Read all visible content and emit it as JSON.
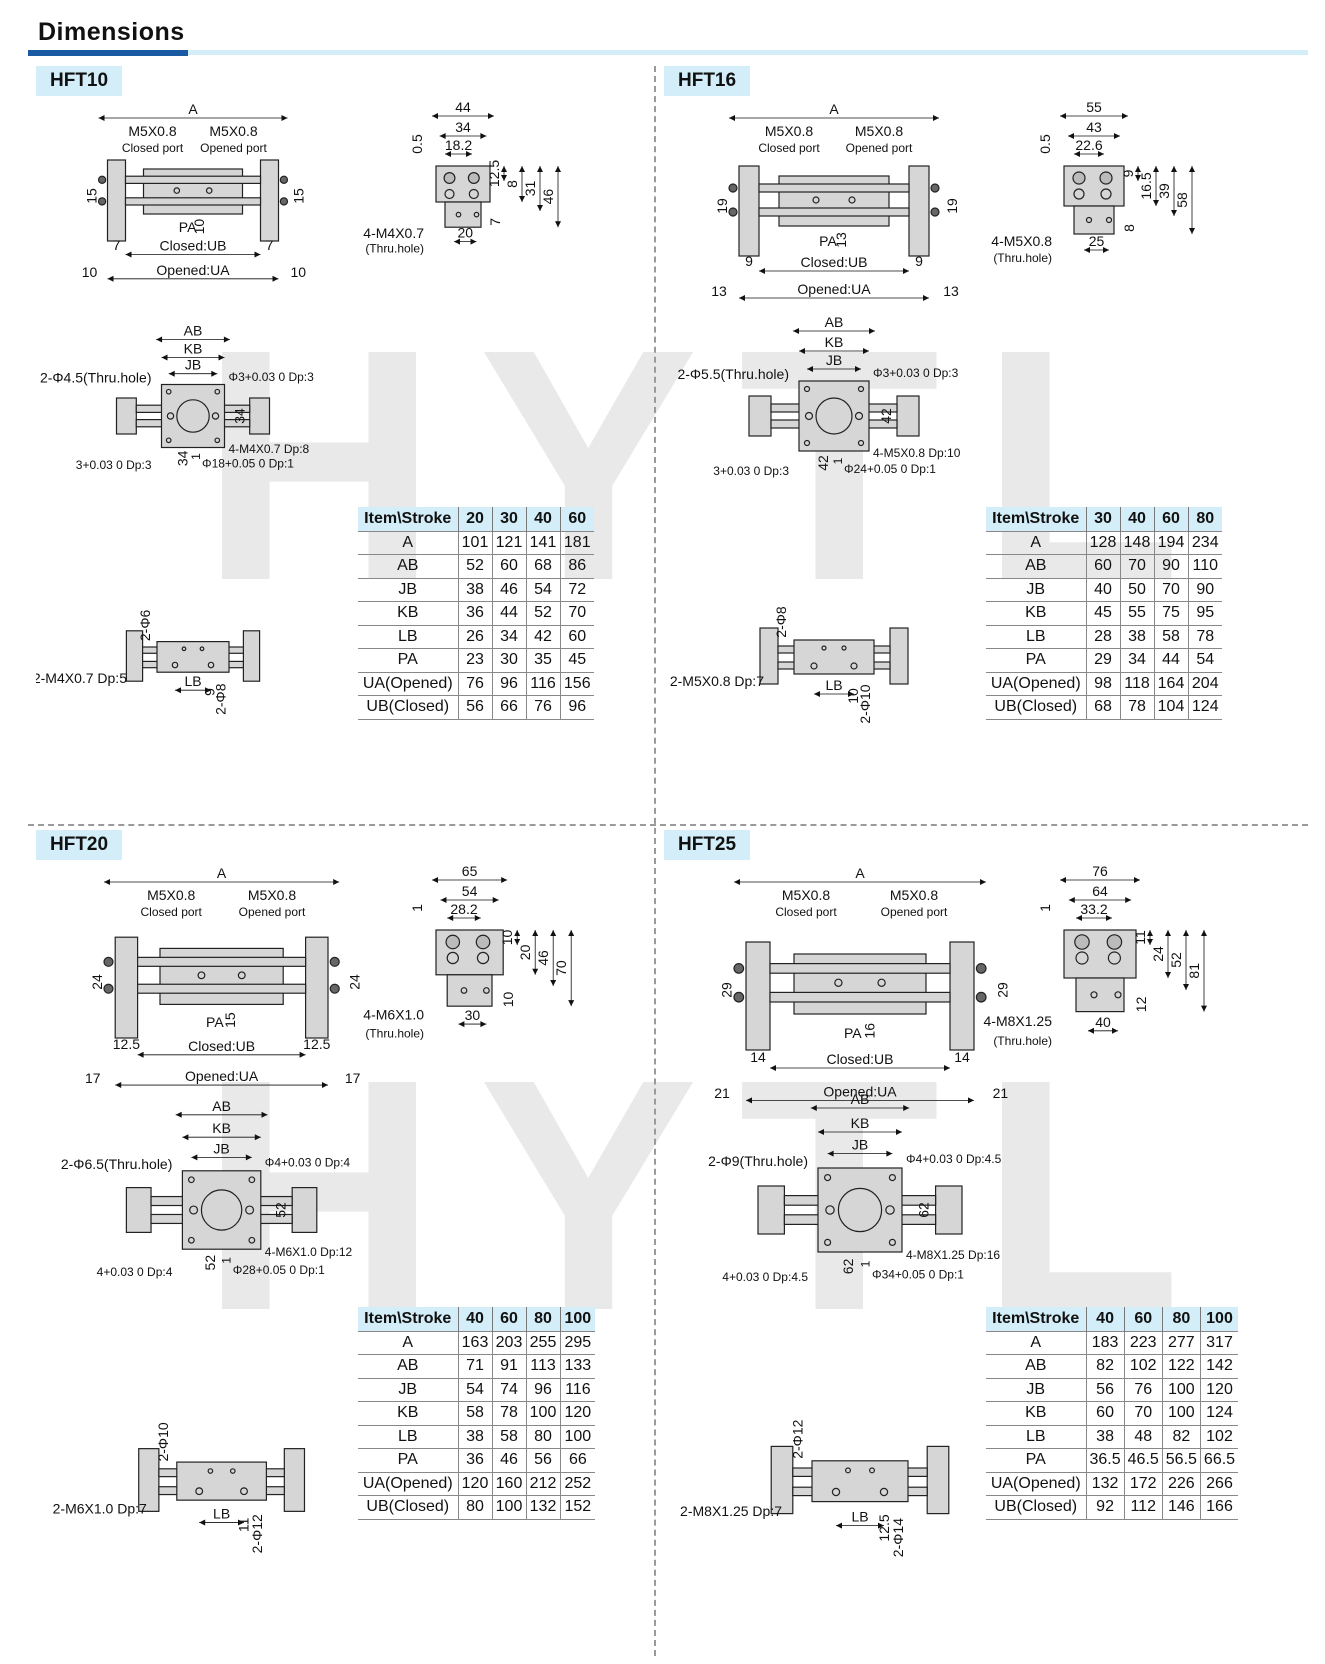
{
  "title": "Dimensions",
  "watermark": "HYTL",
  "colors": {
    "accent": "#1a5aa3",
    "tab_bg": "#d3eef8",
    "part_fill": "#d6d6d6"
  },
  "sections": [
    {
      "model": "HFT10",
      "labels": {
        "A": "A",
        "port1": "M5X0.8",
        "port1_name": "Closed port",
        "port2": "M5X0.8",
        "port2_name": "Opened port",
        "pa": "PA",
        "closed": "Closed:UB",
        "opened": "Opened:UA",
        "ab": "AB",
        "jb": "JB",
        "kb": "KB",
        "lb": "LB",
        "thru_hole": "2-Φ4.5(Thru.hole)",
        "pin": "Φ3+0.03 0 Dp:3",
        "pin2": "3+0.03 0 Dp:3",
        "tap": "4-M4X0.7 Dp:8",
        "center": "Φ18+0.05 0 Dp:1",
        "side_thru": "4-M4X0.7",
        "side_thru_note": "(Thru.hole)",
        "bottom_tap": "2-M4X0.7 Dp:5",
        "pin_top": "2-Φ6",
        "pin_bottom": "2-Φ8",
        "v_h": "15",
        "v_stroke": "10",
        "v_edge": "7",
        "v_end": "10",
        "d1": "44",
        "d2": "34",
        "d3": "18.2",
        "d4": "0.5",
        "d5": "12.5",
        "d6": "8",
        "d7": "31",
        "d8": "46",
        "d9": "7",
        "d10": "20",
        "d11": "34",
        "d12": "1",
        "d13": "9"
      },
      "table": {
        "header": [
          "Item\\Stroke",
          "20",
          "30",
          "40",
          "60"
        ],
        "rows": [
          [
            "A",
            "101",
            "121",
            "141",
            "181"
          ],
          [
            "AB",
            "52",
            "60",
            "68",
            "86"
          ],
          [
            "JB",
            "38",
            "46",
            "54",
            "72"
          ],
          [
            "KB",
            "36",
            "44",
            "52",
            "70"
          ],
          [
            "LB",
            "26",
            "34",
            "42",
            "60"
          ],
          [
            "PA",
            "23",
            "30",
            "35",
            "45"
          ],
          [
            "UA(Opened)",
            "76",
            "96",
            "116",
            "156"
          ],
          [
            "UB(Closed)",
            "56",
            "66",
            "76",
            "96"
          ]
        ]
      }
    },
    {
      "model": "HFT16",
      "labels": {
        "A": "A",
        "port1": "M5X0.8",
        "port1_name": "Closed port",
        "port2": "M5X0.8",
        "port2_name": "Opened port",
        "pa": "PA",
        "closed": "Closed:UB",
        "opened": "Opened:UA",
        "ab": "AB",
        "jb": "JB",
        "kb": "KB",
        "lb": "LB",
        "thru_hole": "2-Φ5.5(Thru.hole)",
        "pin": "Φ3+0.03 0 Dp:3",
        "pin2": "3+0.03 0 Dp:3",
        "tap": "4-M5X0.8 Dp:10",
        "center": "Φ24+0.05 0 Dp:1",
        "side_thru": "4-M5X0.8",
        "side_thru_note": "(Thru.hole)",
        "bottom_tap": "2-M5X0.8 Dp:7",
        "pin_top": "2-Φ8",
        "pin_bottom": "2-Φ10",
        "v_h": "19",
        "v_stroke": "13",
        "v_edge": "9",
        "v_end": "13",
        "d1": "55",
        "d2": "43",
        "d3": "22.6",
        "d4": "0.5",
        "d5": "9",
        "d6": "16.5",
        "d7": "39",
        "d8": "58",
        "d9": "8",
        "d10": "25",
        "d10b": "25",
        "d11": "42",
        "d12": "1",
        "d13": "10"
      },
      "table": {
        "header": [
          "Item\\Stroke",
          "30",
          "40",
          "60",
          "80"
        ],
        "rows": [
          [
            "A",
            "128",
            "148",
            "194",
            "234"
          ],
          [
            "AB",
            "60",
            "70",
            "90",
            "110"
          ],
          [
            "JB",
            "40",
            "50",
            "70",
            "90"
          ],
          [
            "KB",
            "45",
            "55",
            "75",
            "95"
          ],
          [
            "LB",
            "28",
            "38",
            "58",
            "78"
          ],
          [
            "PA",
            "29",
            "34",
            "44",
            "54"
          ],
          [
            "UA(Opened)",
            "98",
            "118",
            "164",
            "204"
          ],
          [
            "UB(Closed)",
            "68",
            "78",
            "104",
            "124"
          ]
        ]
      }
    },
    {
      "model": "HFT20",
      "labels": {
        "A": "A",
        "port1": "M5X0.8",
        "port1_name": "Closed port",
        "port2": "M5X0.8",
        "port2_name": "Opened port",
        "pa": "PA",
        "closed": "Closed:UB",
        "opened": "Opened:UA",
        "ab": "AB",
        "jb": "JB",
        "kb": "KB",
        "lb": "LB",
        "thru_hole": "2-Φ6.5(Thru.hole)",
        "pin": "Φ4+0.03 0 Dp:4",
        "pin2": "4+0.03 0 Dp:4",
        "tap": "4-M6X1.0 Dp:12",
        "center": "Φ28+0.05 0 Dp:1",
        "side_thru": "4-M6X1.0",
        "side_thru_note": "(Thru.hole)",
        "bottom_tap": "2-M6X1.0 Dp:7",
        "pin_top": "2-Φ10",
        "pin_bottom": "2-Φ12",
        "v_h": "24",
        "v_stroke": "15",
        "v_edge": "12.5",
        "v_end": "17",
        "d1": "65",
        "d2": "54",
        "d3": "28.2",
        "d4": "1",
        "d5": "10",
        "d6": "20",
        "d7": "46",
        "d8": "70",
        "d9": "10",
        "d10": "30",
        "d11": "52",
        "d12": "1",
        "d13": "11"
      },
      "table": {
        "header": [
          "Item\\Stroke",
          "40",
          "60",
          "80",
          "100"
        ],
        "rows": [
          [
            "A",
            "163",
            "203",
            "255",
            "295"
          ],
          [
            "AB",
            "71",
            "91",
            "113",
            "133"
          ],
          [
            "JB",
            "54",
            "74",
            "96",
            "116"
          ],
          [
            "KB",
            "58",
            "78",
            "100",
            "120"
          ],
          [
            "LB",
            "38",
            "58",
            "80",
            "100"
          ],
          [
            "PA",
            "36",
            "46",
            "56",
            "66"
          ],
          [
            "UA(Opened)",
            "120",
            "160",
            "212",
            "252"
          ],
          [
            "UB(Closed)",
            "80",
            "100",
            "132",
            "152"
          ]
        ]
      }
    },
    {
      "model": "HFT25",
      "labels": {
        "A": "A",
        "port1": "M5X0.8",
        "port1_name": "Closed port",
        "port2": "M5X0.8",
        "port2_name": "Opened port",
        "pa": "PA",
        "closed": "Closed:UB",
        "opened": "Opened:UA",
        "ab": "AB",
        "jb": "JB",
        "kb": "KB",
        "lb": "LB",
        "thru_hole": "2-Φ9(Thru.hole)",
        "pin": "Φ4+0.03 0 Dp:4.5",
        "pin2": "4+0.03 0 Dp:4.5",
        "tap": "4-M8X1.25 Dp:16",
        "center": "Φ34+0.05 0 Dp:1",
        "side_thru": "4-M8X1.25",
        "side_thru_note": "(Thru.hole)",
        "bottom_tap": "2-M8X1.25 Dp:7",
        "pin_top": "2-Φ12",
        "pin_bottom": "2-Φ14",
        "v_h": "29",
        "v_stroke": "16",
        "v_edge": "14",
        "v_end": "21",
        "d1": "76",
        "d2": "64",
        "d3": "33.2",
        "d4": "1",
        "d5": "11",
        "d6": "24",
        "d7": "52",
        "d8": "81",
        "d9": "12",
        "d10": "40",
        "d11": "62",
        "d12": "1",
        "d13": "12.5"
      },
      "table": {
        "header": [
          "Item\\Stroke",
          "40",
          "60",
          "80",
          "100"
        ],
        "rows": [
          [
            "A",
            "183",
            "223",
            "277",
            "317"
          ],
          [
            "AB",
            "82",
            "102",
            "122",
            "142"
          ],
          [
            "JB",
            "56",
            "76",
            "100",
            "120"
          ],
          [
            "KB",
            "60",
            "70",
            "100",
            "124"
          ],
          [
            "LB",
            "38",
            "48",
            "82",
            "102"
          ],
          [
            "PA",
            "36.5",
            "46.5",
            "56.5",
            "66.5"
          ],
          [
            "UA(Opened)",
            "132",
            "172",
            "226",
            "266"
          ],
          [
            "UB(Closed)",
            "92",
            "112",
            "146",
            "166"
          ]
        ]
      }
    }
  ]
}
